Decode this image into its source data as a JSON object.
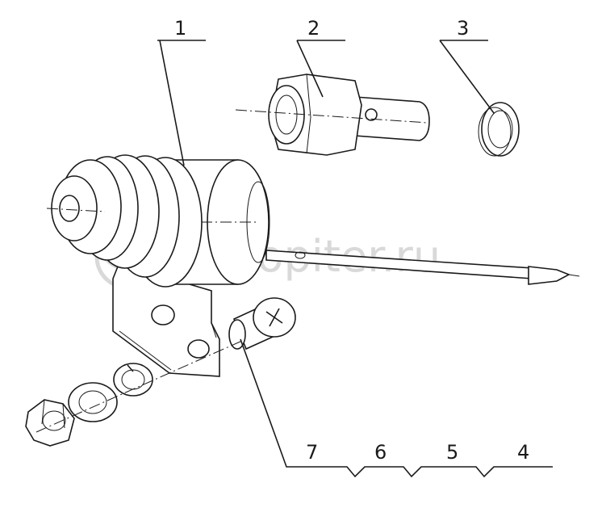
{
  "callouts": [
    {
      "id": "1",
      "text": "1"
    },
    {
      "id": "2",
      "text": "2"
    },
    {
      "id": "3",
      "text": "3"
    },
    {
      "id": "4",
      "text": "4"
    },
    {
      "id": "5",
      "text": "5"
    },
    {
      "id": "6",
      "text": "6"
    },
    {
      "id": "7",
      "text": "7"
    }
  ],
  "watermark": {
    "text": "autopiter.ru",
    "color": "#d9d9d9"
  },
  "colors": {
    "line": "#1a1a1a",
    "background": "#ffffff"
  }
}
